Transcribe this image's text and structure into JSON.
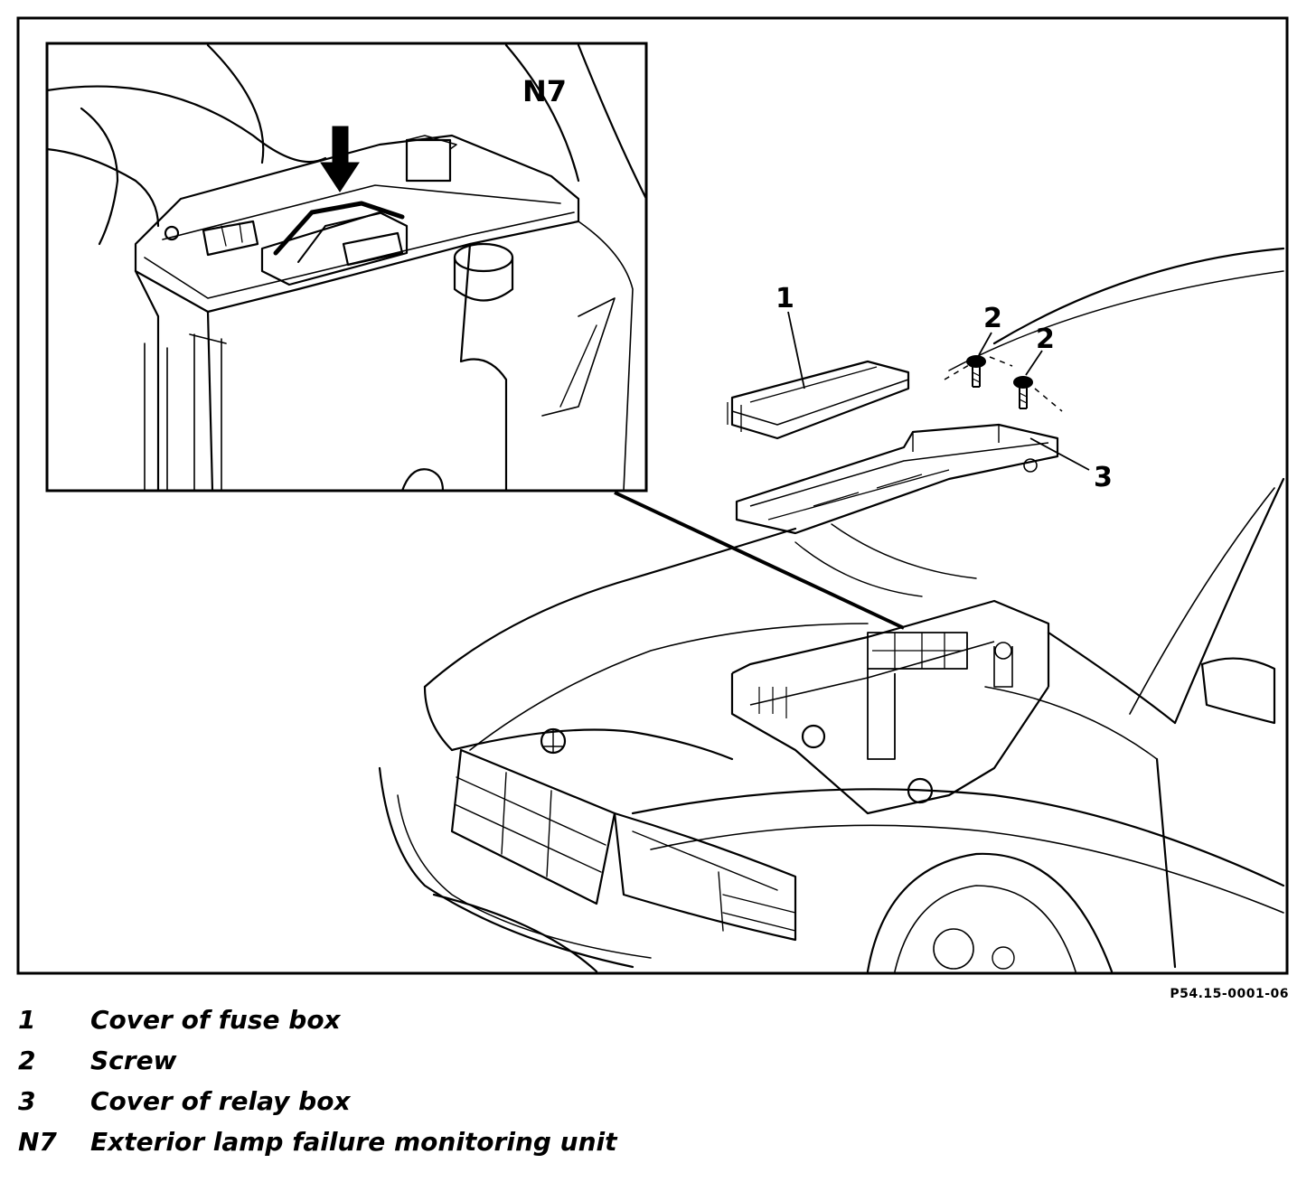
{
  "callouts": {
    "n7": "N7",
    "one": "1",
    "two_a": "2",
    "two_b": "2",
    "three": "3"
  },
  "reference_code": "P54.15-0001-06",
  "legend": [
    {
      "key": "1",
      "text": "Cover of fuse box"
    },
    {
      "key": "2",
      "text": "Screw"
    },
    {
      "key": "3",
      "text": "Cover of relay box"
    },
    {
      "key": "N7",
      "text": "Exterior lamp failure monitoring unit"
    }
  ]
}
